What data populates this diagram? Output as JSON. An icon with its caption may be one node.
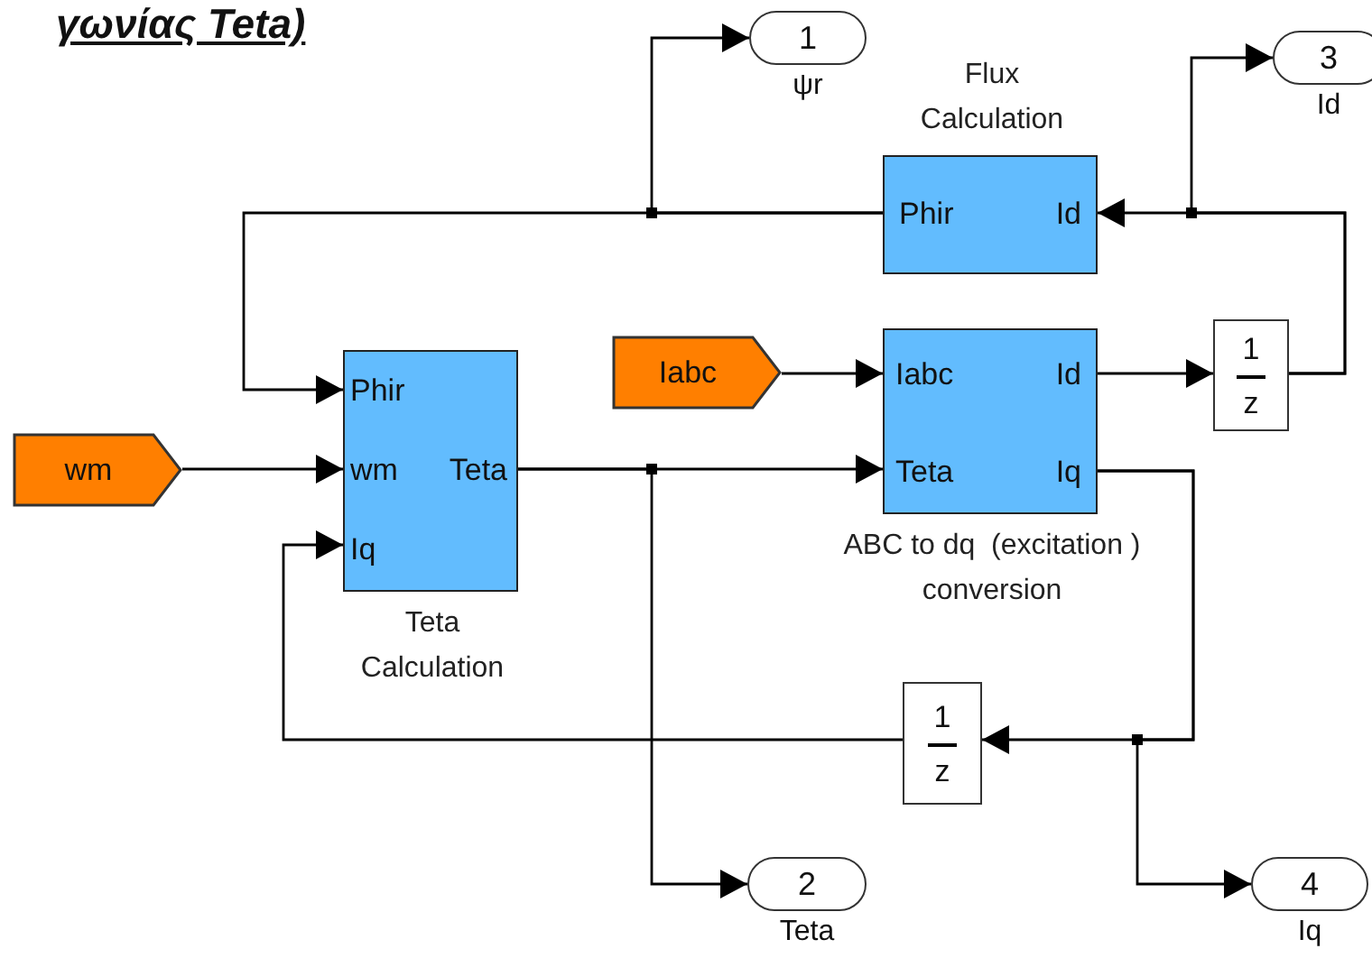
{
  "diagram": {
    "nodes": [
      {
        "text": [
          "1"
        ],
        "beside": [
          "ψr"
        ]
      },
      {
        "text": [
          "3"
        ],
        "beside": [
          "Id"
        ]
      },
      {
        "text": [
          "Flux Calculation",
          "Phir",
          "Id"
        ]
      },
      {
        "text": [
          "Phir",
          "wm",
          "Iq",
          "Teta",
          "Teta Calculation"
        ]
      },
      {
        "text": [
          "wm"
        ]
      },
      {
        "text": [
          "Iabc"
        ]
      },
      {
        "text": [
          "Iabc",
          "Teta",
          "Id",
          "Iq",
          "ABC to dq  (excitation ) conversion"
        ]
      },
      {
        "text": [
          "1",
          "z"
        ]
      },
      {
        "text": [
          "1",
          "z"
        ]
      },
      {
        "text": [
          "2"
        ],
        "beside": [
          "Teta"
        ]
      },
      {
        "text": [
          "4"
        ],
        "beside": [
          "Iq"
        ]
      }
    ],
    "edges": [
      {
        "from": 2,
        "to": 3,
        "arrow": "to"
      },
      {
        "from": 2,
        "to": 0,
        "arrow": "to"
      },
      {
        "from": 7,
        "to": 2,
        "arrow": "to"
      },
      {
        "from": 7,
        "to": 1,
        "arrow": "to"
      },
      {
        "from": 4,
        "to": 3,
        "arrow": "to"
      },
      {
        "from": 5,
        "to": 6,
        "arrow": "to"
      },
      {
        "from": 3,
        "to": 6,
        "arrow": "to"
      },
      {
        "from": 3,
        "to": 9,
        "arrow": "to"
      },
      {
        "from": 6,
        "to": 7,
        "arrow": "to"
      },
      {
        "from": 6,
        "to": 8,
        "arrow": "to"
      },
      {
        "from": 6,
        "to": 10,
        "arrow": "to"
      },
      {
        "from": 8,
        "to": 3,
        "arrow": "to"
      }
    ],
    "labels": [
      "γωνίας Teta)"
    ]
  }
}
